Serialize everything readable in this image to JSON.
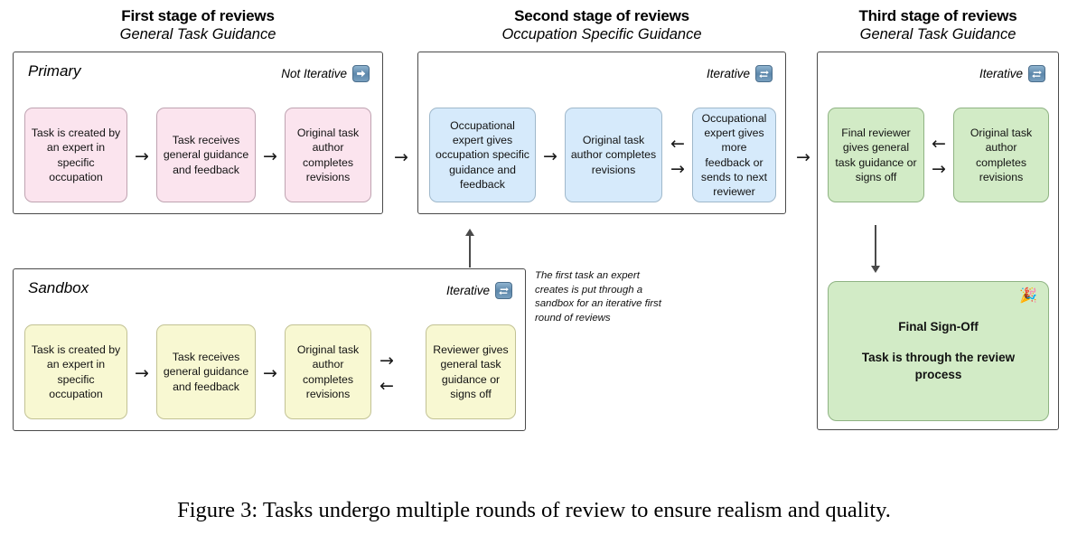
{
  "figure": {
    "caption": "Figure 3: Tasks undergo multiple rounds of review to ensure realism and quality."
  },
  "stages": [
    {
      "id": "first-stage",
      "title": "First stage of reviews",
      "subtitle": "General Task Guidance",
      "group_label": "Primary",
      "badge": {
        "text": "Not Iterative",
        "icon": "right-arrow-icon",
        "iterative": false
      },
      "color": "pink",
      "nodes": [
        {
          "text": "Task is created by an expert in specific occupation"
        },
        {
          "text": "Task receives general guidance and feedback"
        },
        {
          "text": "Original task author completes revisions"
        }
      ],
      "connectors": [
        "right-arrow",
        "right-arrow"
      ]
    },
    {
      "id": "second-stage",
      "title": "Second stage of reviews",
      "subtitle": "Occupation Specific Guidance",
      "group_label": "",
      "badge": {
        "text": "Iterative",
        "icon": "repeat-icon",
        "iterative": true
      },
      "color": "blue",
      "nodes": [
        {
          "text": "Occupational expert gives occupation specific guidance and feedback"
        },
        {
          "text": "Original task author completes revisions"
        },
        {
          "text": "Occupational expert gives more feedback or sends to next reviewer"
        }
      ],
      "connectors": [
        "right-arrow",
        "left-right-arrow-pair"
      ]
    },
    {
      "id": "third-stage",
      "title": "Third stage of reviews",
      "subtitle": "General Task Guidance",
      "group_label": "",
      "badge": {
        "text": "Iterative",
        "icon": "repeat-icon",
        "iterative": true
      },
      "color": "green",
      "nodes": [
        {
          "text": "Final reviewer gives general task guidance or signs off"
        },
        {
          "text": "Original task author completes revisions"
        }
      ],
      "connectors": [
        "left-right-arrow-pair"
      ]
    }
  ],
  "sandbox": {
    "id": "sandbox-stage",
    "group_label": "Sandbox",
    "badge": {
      "text": "Iterative",
      "icon": "repeat-icon",
      "iterative": true
    },
    "color": "yellow",
    "nodes": [
      {
        "text": "Task is created by an expert in specific occupation"
      },
      {
        "text": "Task receives general guidance and feedback"
      },
      {
        "text": "Original task author completes revisions"
      },
      {
        "text": "Reviewer gives general task guidance or signs off"
      }
    ],
    "connectors": [
      "right-arrow",
      "right-arrow",
      "right-left-arrow-pair"
    ]
  },
  "side_note": {
    "text": "The first task an expert creates is put through a sandbox for an iterative first round of reviews"
  },
  "final": {
    "title": "Final Sign-Off",
    "body": "Task is through the review process",
    "icon": "party-popper-icon",
    "icon_glyph": "🎉"
  },
  "inter_stage_arrows": {
    "stage1_to_stage2": "→",
    "stage2_to_stage3": "→",
    "sandbox_to_stage2": "up-arrow",
    "stage3_to_final": "down-arrow"
  },
  "glyphs": {
    "right": "→",
    "left": "←",
    "up": "↑",
    "down": "↓"
  },
  "colors": {
    "pink": "#fbe4ee",
    "blue": "#d6eafb",
    "green": "#d2ebc6",
    "yellow": "#f8f8d2",
    "border": "#4a4a4a",
    "badge_blue": "#5d87ab"
  }
}
